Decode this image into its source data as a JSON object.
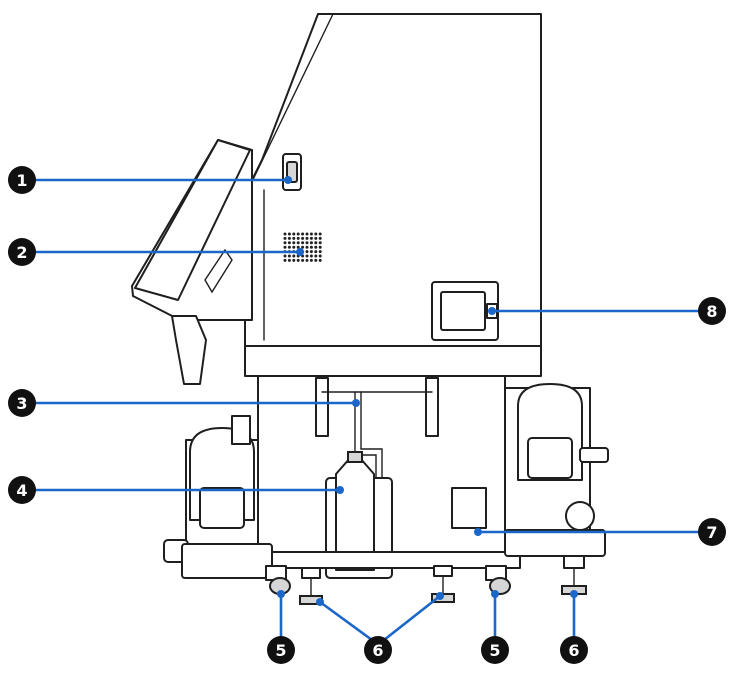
{
  "callouts": [
    {
      "id": "1",
      "label": "1"
    },
    {
      "id": "2",
      "label": "2"
    },
    {
      "id": "3",
      "label": "3"
    },
    {
      "id": "4",
      "label": "4"
    },
    {
      "id": "5",
      "label": "5"
    },
    {
      "id": "6",
      "label": "6"
    },
    {
      "id": "7",
      "label": "7"
    },
    {
      "id": "8",
      "label": "8"
    }
  ],
  "colors": {
    "callout_line": "#1b67c9",
    "badge_fill": "#111111",
    "badge_text": "#ffffff",
    "outline": "#1f1f1f"
  }
}
